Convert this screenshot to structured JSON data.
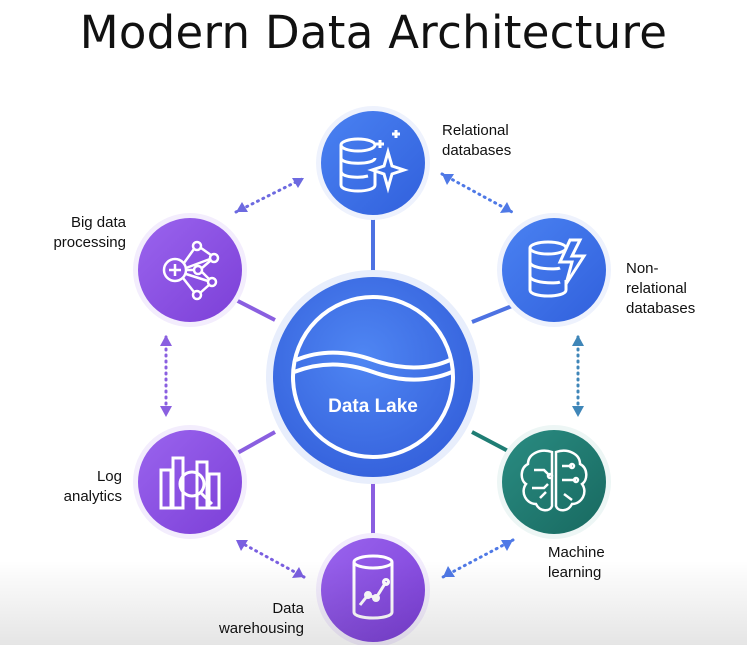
{
  "title": "Modern Data Architecture",
  "center": {
    "label": "Data Lake"
  },
  "nodes": {
    "relational": "Relational\ndatabases",
    "nonrelational": "Non-\nrelational\ndatabases",
    "ml": "Machine\nlearning",
    "warehousing": "Data\nwarehousing",
    "log": "Log\nanalytics",
    "bigdata": "Big data\nprocessing"
  },
  "colors": {
    "center": "#3f6fe6",
    "blue_node": "#3a6ee6",
    "purple_node": "#8a50e0",
    "ml_node": "#1f7d74",
    "spoke": "#7a63d6",
    "arrow": "#5b74de"
  },
  "icons": {
    "relational": "database-sparkle-icon",
    "nonrelational": "database-lightning-icon",
    "ml": "brain-circuit-icon",
    "warehousing": "cylinder-chart-icon",
    "log": "bar-chart-magnifier-icon",
    "bigdata": "network-graph-icon"
  }
}
